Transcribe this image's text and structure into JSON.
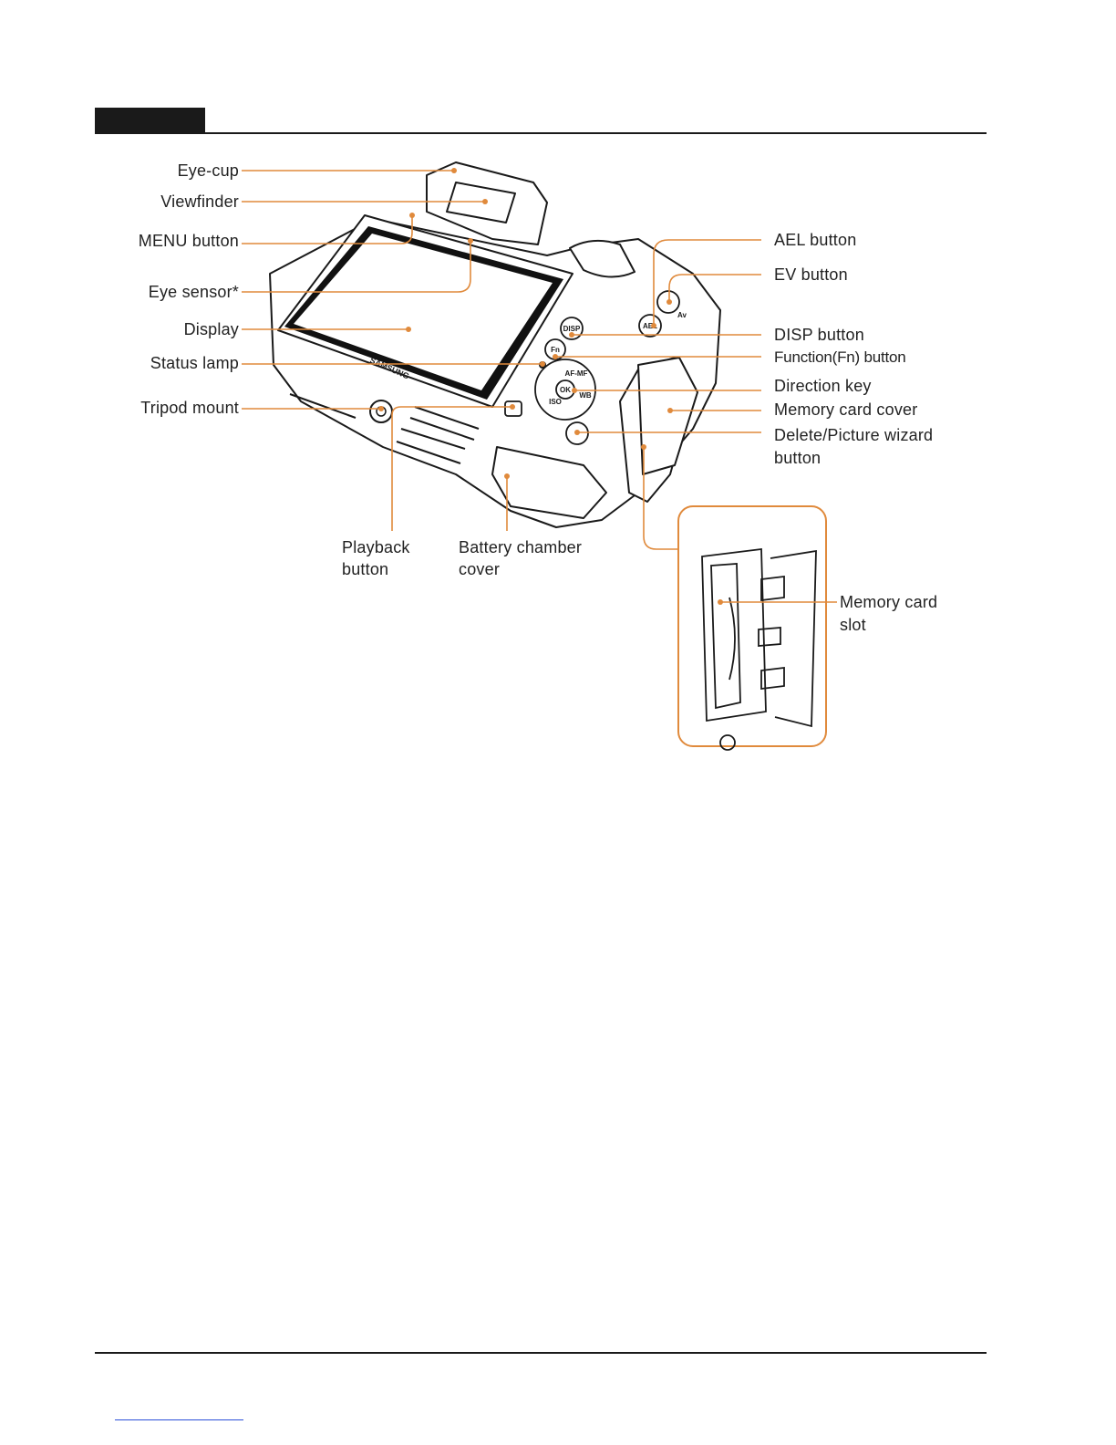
{
  "callouts": {
    "eye_cup": "Eye-cup",
    "viewfinder": "Viewfinder",
    "menu_button": "MENU button",
    "eye_sensor": "Eye sensor*",
    "display": "Display",
    "status_lamp": "Status lamp",
    "tripod_mount": "Tripod mount",
    "ael_button": "AEL button",
    "ev_button": "EV button",
    "disp_button": "DISP button",
    "fn_button": "Function(Fn) button",
    "direction_key": "Direction key",
    "memory_card_cover": "Memory card cover",
    "delete_line1": "Delete/Picture wizard",
    "delete_line2": "button",
    "playback_line1": "Playback",
    "playback_line2": "button",
    "battery_line1": "Battery chamber",
    "battery_line2": "cover",
    "card_slot_line1": "Memory card",
    "card_slot_line2": "slot"
  },
  "camera_markings": {
    "brand": "SAMSUNG",
    "disp": "DISP",
    "fn": "Fn",
    "ael": "AEL",
    "ok": "OK",
    "af_mf": "AF-MF",
    "wb": "WB",
    "iso": "ISO",
    "av": "Av"
  },
  "colors": {
    "callout_line": "#e08a3c",
    "ink": "#1a1a1a",
    "footer_link": "#2b4fd8"
  }
}
